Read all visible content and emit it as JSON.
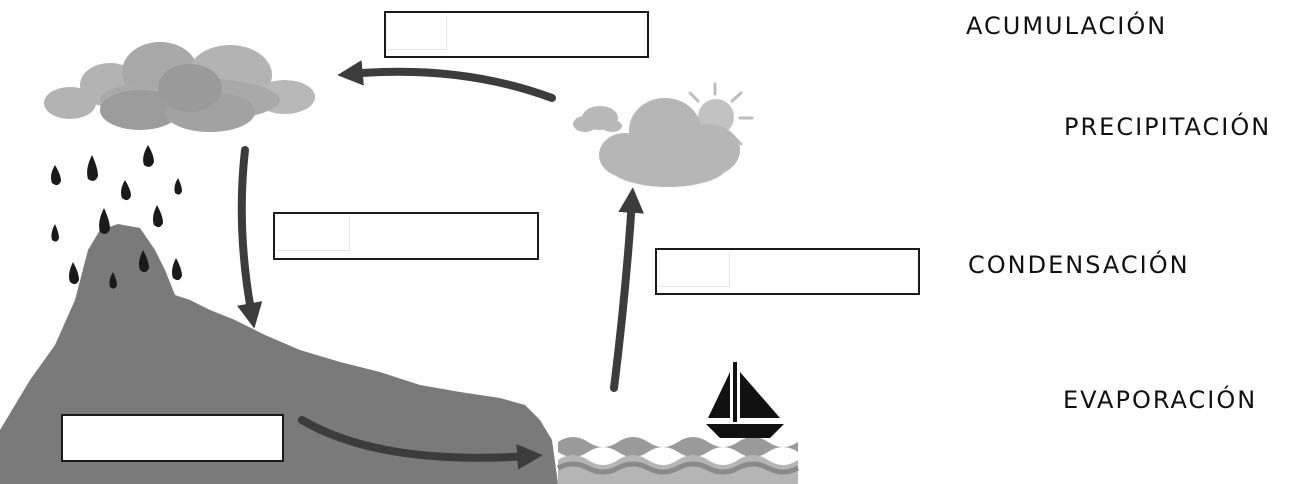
{
  "word_bank": {
    "w1": "ACUMULACIÓN",
    "w2": "PRECIPITACIÓN",
    "w3": "CONDENSACIÓN",
    "w4": "EVAPORACIÓN"
  },
  "colors": {
    "mountain": "#7a7a7a",
    "cloud_dark": "#9c9c9c",
    "cloud_light": "#b8b8b8",
    "arrow": "#3c3c3c",
    "rain": "#1a1a1a",
    "water": "#9a9a9a"
  },
  "icons": [
    "rain-cloud-icon",
    "sun-cloud-icon",
    "sailboat-icon",
    "raindrop-icon",
    "mountain-island"
  ]
}
